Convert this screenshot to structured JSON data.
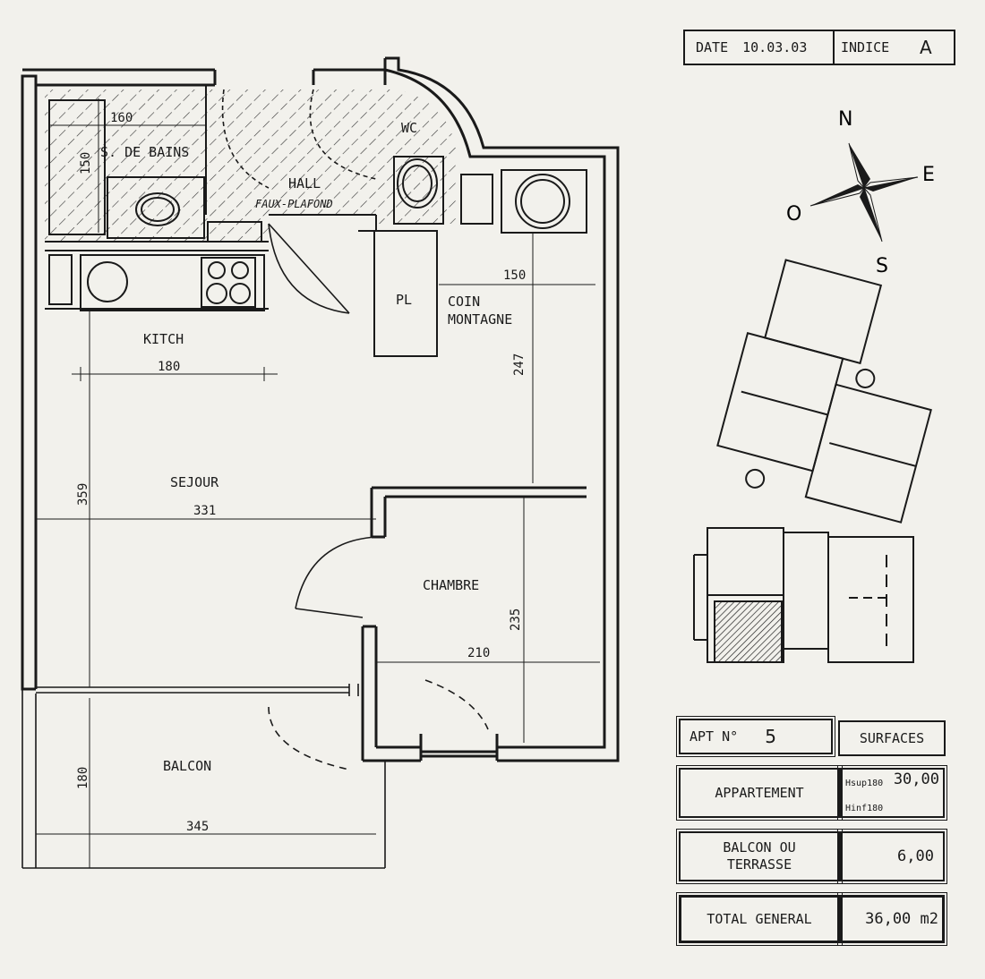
{
  "header": {
    "date_label": "DATE",
    "date_value": "10.03.03",
    "indice_label": "INDICE",
    "indice_value": "A"
  },
  "compass": {
    "north": "N",
    "east": "E",
    "south": "S",
    "west": "O"
  },
  "rooms": {
    "bath": "S. DE BAINS",
    "wc": "WC",
    "hall": "HALL",
    "faux_plafond": "FAUX-PLAFOND",
    "kitch": "KITCH",
    "pl": "PL",
    "coin_montagne_1": "COIN",
    "coin_montagne_2": "MONTAGNE",
    "sejour": "SEJOUR",
    "chambre": "CHAMBRE",
    "balcon": "BALCON"
  },
  "dimensions": {
    "bath_w": "160",
    "bath_h": "150",
    "coin_w": "150",
    "coin_h": "247",
    "kitch_w": "180",
    "sejour_h": "359",
    "sejour_w": "331",
    "chambre_h": "235",
    "chambre_w": "210",
    "balcon_h": "180",
    "balcon_w": "345"
  },
  "table": {
    "apt_label": "APT N°",
    "apt_value": "5",
    "surfaces_label": "SURFACES",
    "appartement_label": "APPARTEMENT",
    "hsup_label": "Hsup180",
    "hsup_value": "30,00",
    "hinf_label": "Hinf180",
    "balcon_line1": "BALCON OU",
    "balcon_line2": "TERRASSE",
    "balcon_value": "6,00",
    "total_label": "TOTAL GENERAL",
    "total_value": "36,00 m2"
  }
}
